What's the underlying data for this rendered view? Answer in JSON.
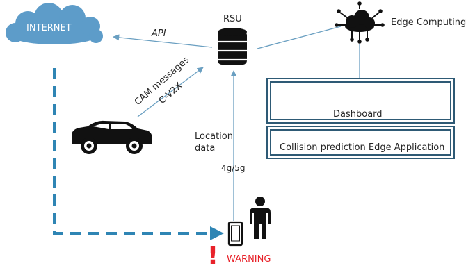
{
  "nodes": {
    "internet": "INTERNET",
    "rsu": "RSU",
    "edge_computing": "Edge Computing",
    "dashboard": "Dashboard",
    "collision_app": "Collision prediction Edge Application"
  },
  "edges": {
    "api": "API",
    "cam_messages": "CAM messages",
    "c_v2x": "C-V2X",
    "location_data_line1": "Location",
    "location_data_line2": "data",
    "network": "4g/5g"
  },
  "alert": {
    "mark": "!",
    "warning": "WARNING"
  },
  "colors": {
    "cloud": "#5d9cc9",
    "arrow": "#6a9fc1",
    "dashed": "#2f85b4",
    "box_border": "#2e5a75",
    "warning_red": "#e8222a",
    "gauge_blue": "#5aa3cf",
    "icon_dark": "#111111"
  },
  "icons": [
    "cloud-icon",
    "database-icon",
    "edge-cloud-icon",
    "gauge-icon",
    "speedometer-icon",
    "car-icon",
    "phone-icon",
    "person-icon"
  ]
}
